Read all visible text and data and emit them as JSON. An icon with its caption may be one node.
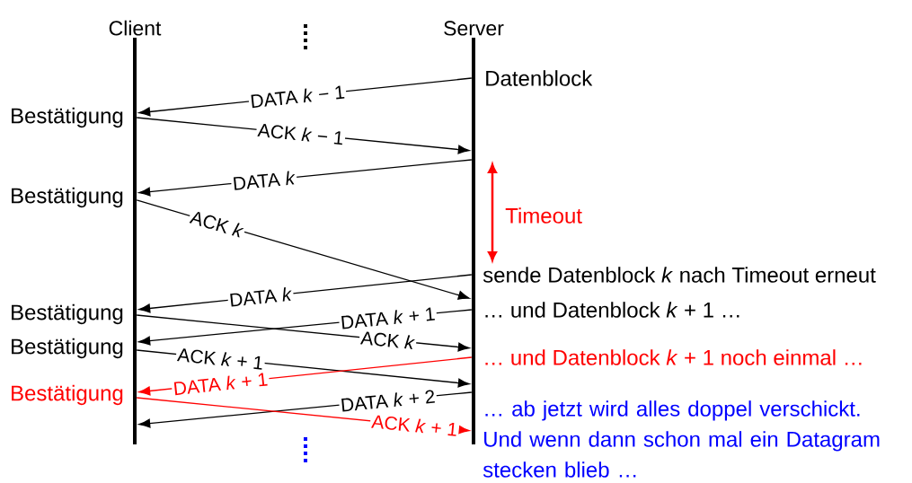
{
  "diagram": {
    "nodes": [
      {
        "text": [
          "Client"
        ]
      },
      {
        "text": [
          "Server"
        ]
      }
    ],
    "edges": [
      {
        "from": 1,
        "to": 0,
        "arrow": "to",
        "label": "DATA *k* − 1"
      },
      {
        "from": 0,
        "to": 1,
        "arrow": "to",
        "label": "ACK *k* − 1"
      },
      {
        "from": 1,
        "to": 0,
        "arrow": "to",
        "label": "DATA *k*"
      },
      {
        "from": 0,
        "to": 1,
        "arrow": "to",
        "label": "ACK *k*"
      },
      {
        "from": 1,
        "to": 0,
        "arrow": "to",
        "label": "DATA *k*"
      },
      {
        "from": 1,
        "to": 0,
        "arrow": "to",
        "label": "DATA *k* + 1"
      },
      {
        "from": 0,
        "to": 1,
        "arrow": "to",
        "label": "ACK *k*"
      },
      {
        "from": 0,
        "to": 1,
        "arrow": "to",
        "label": "ACK *k* + 1"
      },
      {
        "from": 1,
        "to": 0,
        "arrow": "to",
        "label": "DATA *k* + 1",
        "color": "#ff0000"
      },
      {
        "from": 1,
        "to": 0,
        "arrow": "to",
        "label": "DATA *k* + 2"
      },
      {
        "from": 0,
        "to": 1,
        "arrow": "to",
        "label": "ACK *k* + 1",
        "color": "#ff0000"
      }
    ],
    "labels": [
      "Datenblock",
      "Bestätigung",
      "Bestätigung",
      "Timeout",
      "sende Datenblock *k* nach Timeout erneut",
      "Bestätigung",
      "… und Datenblock *k* + 1 …",
      "Bestätigung",
      "… und Datenblock *k* + 1 noch einmal …",
      "Bestätigung",
      "… ab jetzt wird alles doppel verschickt. Und wenn dann schon mal ein Datagram stecken blieb …"
    ]
  }
}
